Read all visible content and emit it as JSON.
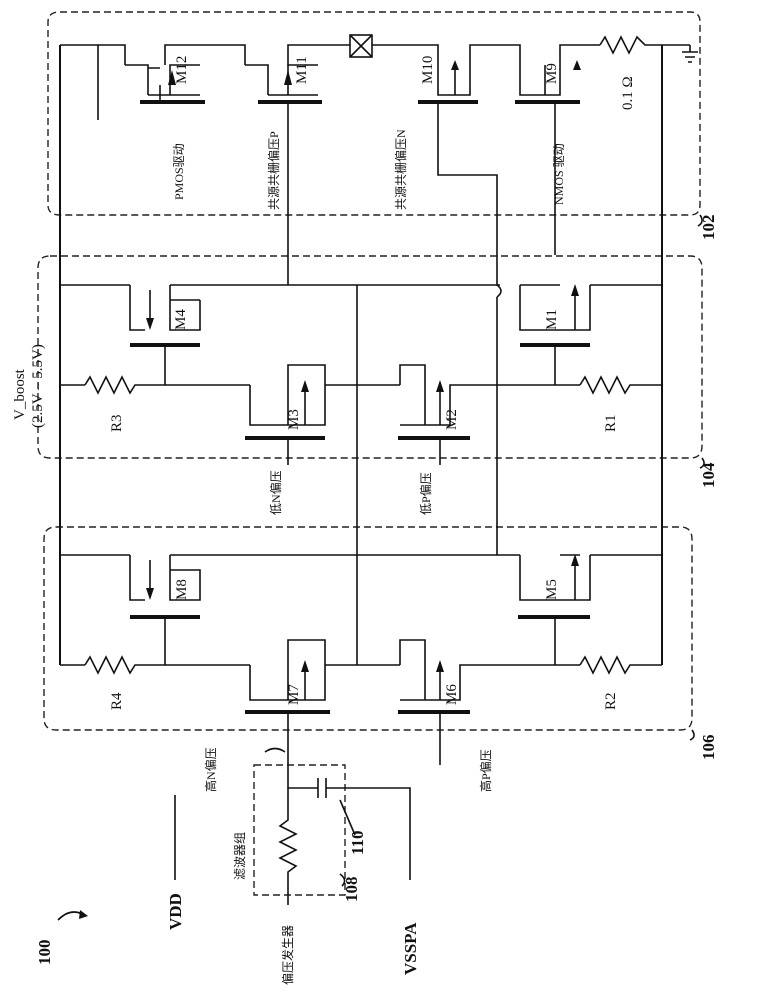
{
  "figure": {
    "ref_100": "100",
    "vboost_line1": "V_boost",
    "vboost_line2": "(2.5V – 5.5V)",
    "vdd": "VDD",
    "vsspa": "VSSPA",
    "bias_generator": "偏压发生器",
    "filter_bank": "滤波器组",
    "ref_102": "102",
    "ref_104": "104",
    "ref_106": "106",
    "ref_108": "108",
    "ref_110": "110"
  },
  "block_102": {
    "transistors": [
      "M12",
      "M11",
      "M10",
      "M9"
    ],
    "resistor": "0.1 Ω",
    "labels": {
      "pmos_drive": "PMOS驱动",
      "cascode_p": "共源共栅偏压P",
      "cascode_n": "共源共栅偏压N",
      "nmos_drive": "NMOS 驱动"
    }
  },
  "block_104": {
    "transistors": [
      "M4",
      "M3",
      "M2",
      "M1"
    ],
    "resistors": [
      "R3",
      "R1"
    ],
    "labels": {
      "low_n_bias": "低N偏压",
      "low_p_bias": "低P偏压"
    }
  },
  "block_106": {
    "transistors": [
      "M8",
      "M7",
      "M6",
      "M5"
    ],
    "resistors": [
      "R4",
      "R2"
    ],
    "labels": {
      "high_n_bias": "高N偏压",
      "high_p_bias": "高P偏压"
    }
  }
}
